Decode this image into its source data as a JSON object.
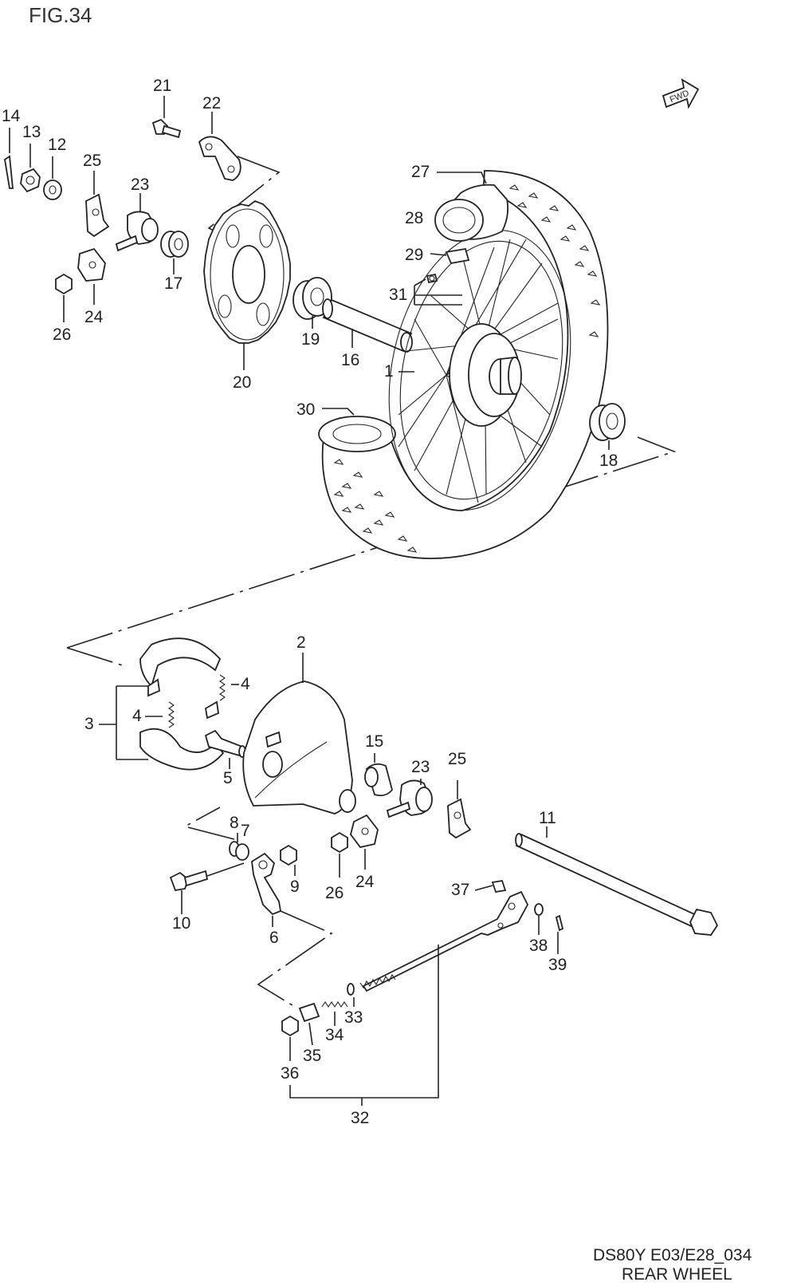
{
  "figure": {
    "title": "FIG.34",
    "fwd": "FWD"
  },
  "footer": {
    "code": "DS80Y  E03/E28_034",
    "name": "REAR WHEEL"
  },
  "labels": {
    "p1": "1",
    "p2": "2",
    "p3": "3",
    "p4a": "4",
    "p4b": "4",
    "p5": "5",
    "p6": "6",
    "p7": "7",
    "p8": "8",
    "p9": "9",
    "p10": "10",
    "p11": "11",
    "p12": "12",
    "p13": "13",
    "p14": "14",
    "p15": "15",
    "p16": "16",
    "p17": "17",
    "p18": "18",
    "p19": "19",
    "p20": "20",
    "p21": "21",
    "p22": "22",
    "p23a": "23",
    "p23b": "23",
    "p24a": "24",
    "p24b": "24",
    "p25a": "25",
    "p25b": "25",
    "p26a": "26",
    "p26b": "26",
    "p27": "27",
    "p28": "28",
    "p29": "29",
    "p30": "30",
    "p31": "31",
    "p32": "32",
    "p33": "33",
    "p34": "34",
    "p35": "35",
    "p36": "36",
    "p37": "37",
    "p38": "38",
    "p39": "39"
  }
}
